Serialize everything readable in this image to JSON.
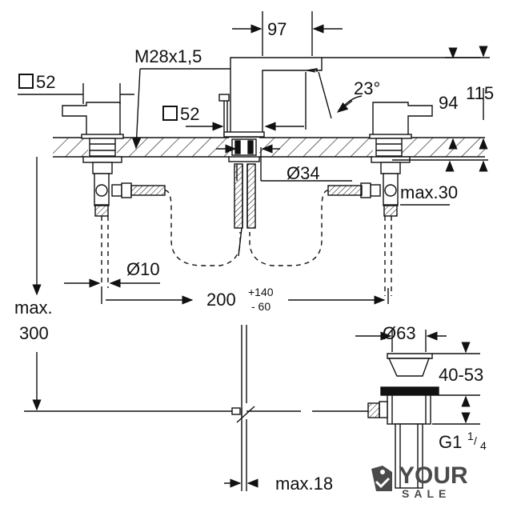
{
  "dimensions": {
    "square_left": "52",
    "square_center": "52",
    "thread": "M28x1,5",
    "width_97": "97",
    "angle": "23°",
    "height_94": "94",
    "height_115": "115",
    "diameter_34": "Ø34",
    "max_30": "max.30",
    "diameter_10": "Ø10",
    "spacing_main": "200",
    "spacing_plus": "+140",
    "spacing_minus": "- 60",
    "max_label": "max.",
    "max_value": "300",
    "diameter_63": "Ø63",
    "range_40_53": "40-53",
    "g1_main": "G1",
    "g1_num": "1",
    "g1_den": "4",
    "max_18": "max.18"
  },
  "watermark": {
    "line1": "YOUR",
    "line2": "SALE",
    "icon": "tag-hand-icon",
    "color": "#4a4a4a"
  },
  "colors": {
    "line": "#111111",
    "hatch": "#111111",
    "background": "#ffffff"
  }
}
